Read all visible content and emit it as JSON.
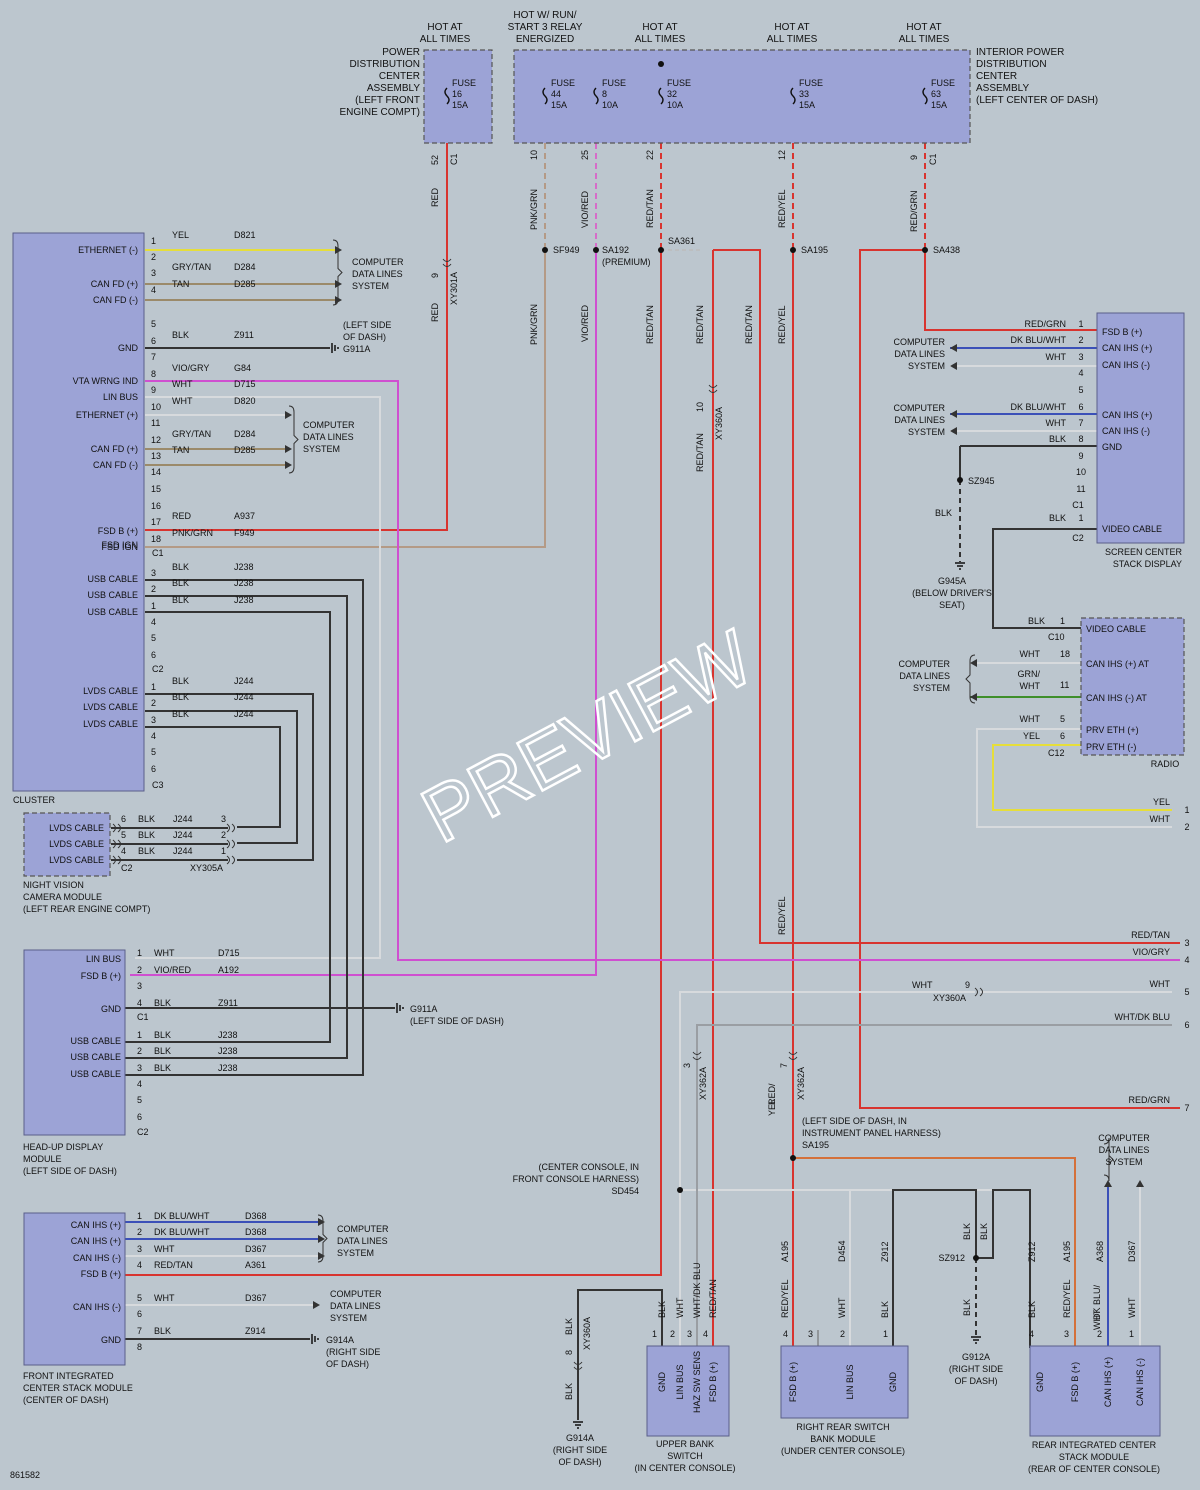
{
  "diagram_id": "861582",
  "watermark": "PREVIEW",
  "colors": {
    "red": "#d8342f",
    "pink": "#d66cc9",
    "magenta": "#cf4fd0",
    "yel": "#e6de3a",
    "gray": "#9a9ea3",
    "ltgray": "#d7dadd",
    "blue": "#3b50b8",
    "dkgrn": "#3f8f2a",
    "orange": "#d4703a",
    "tan": "#9b8a6a",
    "pnkgrn": "#b49a86",
    "black": "#333333",
    "bg": "#bcc6ce"
  },
  "fuse_blocks": {
    "pdc": {
      "label": [
        "POWER",
        "DISTRIBUTION",
        "CENTER",
        "ASSEMBLY",
        "(LEFT FRONT",
        "ENGINE COMPT)"
      ],
      "fuse": [
        "FUSE",
        "16",
        "15A"
      ],
      "hot": [
        "HOT AT",
        "ALL TIMES"
      ],
      "pin": "52",
      "conn": "C1"
    },
    "ipdc": {
      "label": [
        "INTERIOR POWER",
        "DISTRIBUTION",
        "CENTER",
        "ASSEMBLY",
        "(LEFT CENTER OF DASH)"
      ],
      "fuses": [
        {
          "fuse": [
            "FUSE",
            "44",
            "15A"
          ],
          "pin": "10"
        },
        {
          "fuse": [
            "FUSE",
            "8",
            "10A"
          ],
          "pin": "25"
        },
        {
          "fuse": [
            "FUSE",
            "32",
            "10A"
          ],
          "pin": "22"
        },
        {
          "fuse": [
            "FUSE",
            "33",
            "15A"
          ],
          "pin": "12"
        },
        {
          "fuse": [
            "FUSE",
            "63",
            "15A"
          ],
          "pin": "9"
        }
      ],
      "conn": "C1",
      "hot": [
        [
          "HOT W/ RUN/",
          "START 3 RELAY",
          "ENERGIZED"
        ],
        [
          "HOT AT",
          "ALL TIMES"
        ],
        [
          "HOT AT",
          "ALL TIMES"
        ],
        [
          "HOT AT",
          "ALL TIMES"
        ]
      ]
    }
  },
  "splices": {
    "sf949": "SF949",
    "sa192": [
      "SA192",
      "(PREMIUM)"
    ],
    "sa361": "SA361",
    "sa195": "SA195",
    "sa438": "SA438",
    "sz945": "SZ945",
    "sd454": "SD454",
    "sz912": "SZ912",
    "sa195b": [
      "(LEFT SIDE OF DASH, IN",
      "INSTRUMENT PANEL HARNESS)",
      "SA195"
    ],
    "sd454_note": [
      "(CENTER CONSOLE, IN",
      "FRONT CONSOLE HARNESS)",
      "SD454"
    ]
  },
  "vertical_wire_labels": {
    "red1": "RED",
    "red2": "RED",
    "xy301a": "XY301A",
    "pin9a": "9",
    "pnkgrn1": "PNK/GRN",
    "pnkgrn2": "PNK/GRN",
    "viored1": "VIO/RED",
    "viored2": "VIO/RED",
    "redtan1": "RED/TAN",
    "redtan2": "RED/TAN",
    "redtan3": "RED/TAN",
    "redtan4": "RED/TAN",
    "redyel1": "RED/YEL",
    "redyel2": "RED/YEL",
    "redyel3": "RED/YEL",
    "redgrn1": "RED/GRN",
    "xy360a": "XY360A",
    "pin10": "10",
    "xy362a_a": "XY362A",
    "pin3": "3",
    "xy362a_b": "XY362A",
    "pin7": "7",
    "redyel4": [
      "RED/",
      "YEL"
    ]
  },
  "cluster": {
    "title": "CLUSTER",
    "c1": {
      "conn": "C1",
      "pins": [
        {
          "n": "1",
          "wire": "YEL",
          "circuit": "D821",
          "label": "ETHERNET (-)"
        },
        {
          "n": "2",
          "wire": "",
          "circuit": "",
          "label": ""
        },
        {
          "n": "3",
          "wire": "GRY/TAN",
          "circuit": "D284",
          "label": "CAN FD (+)"
        },
        {
          "n": "4",
          "wire": "TAN",
          "circuit": "D285",
          "label": "CAN FD (-)"
        },
        {
          "n": "5",
          "wire": "",
          "circuit": "",
          "label": ""
        },
        {
          "n": "6",
          "wire": "BLK",
          "circuit": "Z911",
          "label": "GND"
        },
        {
          "n": "7",
          "wire": "",
          "circuit": "",
          "label": ""
        },
        {
          "n": "8",
          "wire": "VIO/GRY",
          "circuit": "G84",
          "label": "VTA WRNG IND"
        },
        {
          "n": "9",
          "wire": "WHT",
          "circuit": "D715",
          "label": "LIN BUS"
        },
        {
          "n": "10",
          "wire": "WHT",
          "circuit": "D820",
          "label": "ETHERNET (+)"
        },
        {
          "n": "11",
          "wire": "",
          "circuit": "",
          "label": ""
        },
        {
          "n": "12",
          "wire": "GRY/TAN",
          "circuit": "D284",
          "label": "CAN FD (+)"
        },
        {
          "n": "13",
          "wire": "TAN",
          "circuit": "D285",
          "label": "CAN FD (-)"
        },
        {
          "n": "14",
          "wire": "",
          "circuit": "",
          "label": ""
        },
        {
          "n": "15",
          "wire": "",
          "circuit": "",
          "label": ""
        },
        {
          "n": "16",
          "wire": "",
          "circuit": "",
          "label": ""
        },
        {
          "n": "17",
          "wire": "RED",
          "circuit": "A937",
          "label": "FSD B (+)"
        },
        {
          "n": "18",
          "wire": "PNK/GRN",
          "circuit": "F949",
          "label": "FSD IGN"
        }
      ]
    },
    "c2": {
      "conn": "C2",
      "pins": [
        {
          "n": "3",
          "wire": "BLK",
          "circuit": "J238",
          "label": "USB CABLE"
        },
        {
          "n": "2",
          "wire": "BLK",
          "circuit": "J238",
          "label": "USB CABLE"
        },
        {
          "n": "1",
          "wire": "BLK",
          "circuit": "J238",
          "label": "USB CABLE"
        },
        {
          "n": "4"
        },
        {
          "n": "5"
        },
        {
          "n": "6"
        }
      ]
    },
    "c3": {
      "conn": "C3",
      "pins": [
        {
          "n": "1",
          "wire": "BLK",
          "circuit": "J244",
          "label": "LVDS CABLE"
        },
        {
          "n": "2",
          "wire": "BLK",
          "circuit": "J244",
          "label": "LVDS CABLE"
        },
        {
          "n": "3",
          "wire": "BLK",
          "circuit": "J244",
          "label": "LVDS CABLE"
        },
        {
          "n": "4"
        },
        {
          "n": "5"
        },
        {
          "n": "6"
        }
      ]
    },
    "cdl1": [
      "COMPUTER",
      "DATA LINES",
      "SYSTEM"
    ],
    "cdl2": [
      "COMPUTER",
      "DATA LINES",
      "SYSTEM"
    ],
    "ground1": [
      "(LEFT SIDE",
      "OF DASH)",
      "G911A"
    ]
  },
  "night_vision": {
    "title": [
      "NIGHT VISION",
      "CAMERA MODULE",
      "(LEFT REAR ENGINE COMPT)"
    ],
    "conn": "C2",
    "inline": "XY305A",
    "pins": [
      {
        "n": "6",
        "wire": "BLK",
        "circuit": "J244",
        "label": "LVDS CABLE",
        "ip": "3"
      },
      {
        "n": "5",
        "wire": "BLK",
        "circuit": "J244",
        "label": "LVDS CABLE",
        "ip": "2"
      },
      {
        "n": "4",
        "wire": "BLK",
        "circuit": "J244",
        "label": "LVDS CABLE",
        "ip": "1"
      }
    ]
  },
  "hud": {
    "title": [
      "HEAD-UP DISPLAY",
      "MODULE",
      "(LEFT SIDE OF DASH)"
    ],
    "c1": {
      "conn": "C1",
      "pins": [
        {
          "n": "1",
          "wire": "WHT",
          "circuit": "D715",
          "label": "LIN BUS"
        },
        {
          "n": "2",
          "wire": "VIO/RED",
          "circuit": "A192",
          "label": "FSD B (+)"
        },
        {
          "n": "3"
        },
        {
          "n": "4",
          "wire": "BLK",
          "circuit": "Z911",
          "label": "GND"
        }
      ]
    },
    "c2": {
      "conn": "C2",
      "pins": [
        {
          "n": "1",
          "wire": "BLK",
          "circuit": "J238",
          "label": "USB CABLE"
        },
        {
          "n": "2",
          "wire": "BLK",
          "circuit": "J238",
          "label": "USB CABLE"
        },
        {
          "n": "3",
          "wire": "BLK",
          "circuit": "J238",
          "label": "USB CABLE"
        },
        {
          "n": "4"
        },
        {
          "n": "5"
        },
        {
          "n": "6"
        }
      ]
    },
    "ground": [
      "G911A",
      "(LEFT SIDE OF DASH)"
    ]
  },
  "ficsm": {
    "title": [
      "FRONT INTEGRATED",
      "CENTER STACK MODULE",
      "(CENTER OF DASH)"
    ],
    "pins": [
      {
        "n": "1",
        "wire": "DK BLU/WHT",
        "circuit": "D368",
        "label": "CAN IHS (+)"
      },
      {
        "n": "2",
        "wire": "DK BLU/WHT",
        "circuit": "D368",
        "label": "CAN IHS (+)"
      },
      {
        "n": "3",
        "wire": "WHT",
        "circuit": "D367",
        "label": "CAN IHS (-)"
      },
      {
        "n": "4",
        "wire": "RED/TAN",
        "circuit": "A361",
        "label": "FSD B (+)"
      },
      {
        "n": "5",
        "wire": "WHT",
        "circuit": "D367",
        "label": "CAN IHS (-)"
      },
      {
        "n": "6"
      },
      {
        "n": "7",
        "wire": "BLK",
        "circuit": "Z914",
        "label": "GND"
      },
      {
        "n": "8"
      }
    ],
    "cdl1": [
      "COMPUTER",
      "DATA LINES",
      "SYSTEM"
    ],
    "cdl2": [
      "COMPUTER",
      "DATA LINES",
      "SYSTEM"
    ],
    "ground": [
      "G914A",
      "(RIGHT SIDE",
      "OF DASH)"
    ]
  },
  "screen": {
    "title": [
      "SCREEN CENTER",
      "STACK DISPLAY"
    ],
    "c1": {
      "conn": "C1",
      "pins": [
        {
          "n": "1",
          "wire": "RED/GRN",
          "label": "FSD B (+)"
        },
        {
          "n": "2",
          "wire": "DK BLU/WHT",
          "label": "CAN IHS (+)"
        },
        {
          "n": "3",
          "wire": "WHT",
          "label": "CAN IHS (-)"
        },
        {
          "n": "4"
        },
        {
          "n": "5"
        },
        {
          "n": "6",
          "wire": "DK BLU/WHT",
          "label": "CAN IHS (+)"
        },
        {
          "n": "7",
          "wire": "WHT",
          "label": "CAN IHS (-)"
        },
        {
          "n": "8",
          "wire": "BLK",
          "label": "GND"
        },
        {
          "n": "9"
        },
        {
          "n": "10"
        },
        {
          "n": "11"
        }
      ]
    },
    "c2": {
      "conn": "C2",
      "pins": [
        {
          "n": "1",
          "wire": "BLK",
          "label": "VIDEO CABLE"
        }
      ]
    },
    "cdl1": [
      "COMPUTER",
      "DATA LINES",
      "SYSTEM"
    ],
    "cdl2": [
      "COMPUTER",
      "DATA LINES",
      "SYSTEM"
    ],
    "ground": [
      "G945A",
      "(BELOW DRIVER'S",
      "SEAT)"
    ],
    "gwire": "BLK"
  },
  "radio": {
    "title": "RADIO",
    "pins": [
      {
        "n": "1",
        "conn": "C10",
        "wire": "BLK",
        "label": "VIDEO CABLE"
      },
      {
        "n": "18",
        "wire": "WHT",
        "label": "CAN IHS (+) AT"
      },
      {
        "n": "11",
        "wire": [
          "GRN/",
          "WHT"
        ],
        "label": "CAN IHS (-) AT"
      },
      {
        "n": "5",
        "wire": "WHT",
        "label": "PRV ETH (+)"
      },
      {
        "n": "6",
        "conn": "C12",
        "wire": "YEL",
        "label": "PRV ETH (-)"
      }
    ],
    "cdl": [
      "COMPUTER",
      "DATA LINES",
      "SYSTEM"
    ]
  },
  "right_edge": [
    {
      "n": "1",
      "wire": "YEL"
    },
    {
      "n": "2",
      "wire": "WHT"
    },
    {
      "n": "3",
      "wire": "RED/TAN"
    },
    {
      "n": "4",
      "wire": "VIO/GRY"
    },
    {
      "n": "5",
      "wire": "WHT",
      "inline": "XY360A",
      "ip": "9",
      "wire2": "WHT"
    },
    {
      "n": "6",
      "wire": "WHT/DK BLU"
    },
    {
      "n": "7",
      "wire": "RED/GRN"
    }
  ],
  "upper_bank": {
    "title": [
      "UPPER BANK",
      "SWITCH",
      "(IN CENTER CONSOLE)"
    ],
    "pins": [
      {
        "n": "1",
        "wire": "BLK",
        "label": "GND"
      },
      {
        "n": "2",
        "wire": "WHT",
        "label": "LIN BUS"
      },
      {
        "n": "3",
        "wire": "WHT/DK BLU",
        "label": "HAZ SW SENS"
      },
      {
        "n": "4",
        "wire": "RED/TAN",
        "label": "FSD B (+)"
      }
    ],
    "inline": {
      "pin": "8",
      "conn": "XY360A",
      "wire": "BLK",
      "wire2": "BLK"
    },
    "ground": [
      "G914A",
      "(RIGHT SIDE",
      "OF DASH)"
    ]
  },
  "rrsb": {
    "title": [
      "RIGHT REAR SWITCH",
      "BANK MODULE",
      "(UNDER CENTER CONSOLE)"
    ],
    "pins": [
      {
        "n": "4",
        "wire": "RED/YEL",
        "circuit": "A195",
        "label": "FSD B (+)"
      },
      {
        "n": "3"
      },
      {
        "n": "2",
        "wire": "WHT",
        "circuit": "D454",
        "label": "LIN BUS"
      },
      {
        "n": "1",
        "wire": "BLK",
        "circuit": "Z912",
        "label": "GND"
      }
    ],
    "ground": [
      "G912A",
      "(RIGHT SIDE",
      "OF DASH)"
    ],
    "gwires": [
      "BLK",
      "BLK",
      "BLK"
    ]
  },
  "ricsm": {
    "title": [
      "REAR INTEGRATED CENTER",
      "STACK MODULE",
      "(REAR OF CENTER CONSOLE)"
    ],
    "pins": [
      {
        "n": "4",
        "wire": "BLK",
        "circuit": "Z912",
        "label": "GND"
      },
      {
        "n": "3",
        "wire": "RED/YEL",
        "circuit": "A195",
        "label": "FSD B (+)"
      },
      {
        "n": "2",
        "wire": [
          "DK BLU/",
          "WHT"
        ],
        "circuit": "A368",
        "label": "CAN IHS (+)"
      },
      {
        "n": "1",
        "wire": "WHT",
        "circuit": "D367",
        "label": "CAN IHS (-)"
      }
    ],
    "cdl": [
      "COMPUTER",
      "DATA LINES",
      "SYSTEM"
    ]
  }
}
